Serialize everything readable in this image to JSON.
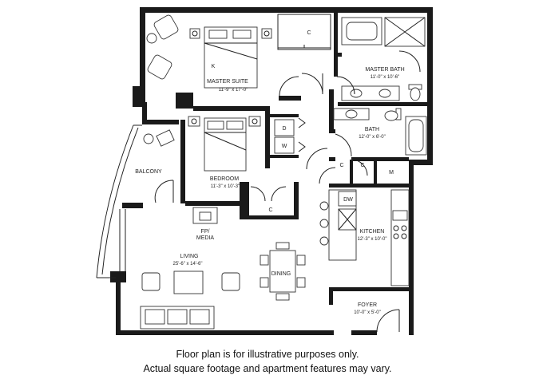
{
  "rooms": {
    "master_suite": {
      "name": "MASTER SUITE",
      "dims": "11'-9\" x 17'-0\""
    },
    "master_bath": {
      "name": "MASTER BATH",
      "dims": "11'-0\" x 10'-6\""
    },
    "bath": {
      "name": "BATH",
      "dims": "12'-0\" x 6'-0\""
    },
    "bedroom": {
      "name": "BEDROOM",
      "dims": "11'-3\" x 10'-3\""
    },
    "balcony": {
      "name": "BALCONY"
    },
    "kitchen": {
      "name": "KITCHEN",
      "dims": "12'-3\" x 10'-0\""
    },
    "living": {
      "name": "LIVING",
      "dims": "25'-6\" x 14'-6\""
    },
    "dining": {
      "name": "DINING"
    },
    "foyer": {
      "name": "FOYER",
      "dims": "10'-0\" x 5'-0\""
    },
    "fp_media": {
      "line1": "FP/",
      "line2": "MEDIA"
    }
  },
  "marks": {
    "closet": "C",
    "dryer": "D",
    "washer": "W",
    "mechanical": "M",
    "dishwasher": "DW",
    "king_bed": "K"
  },
  "caption": {
    "line1": "Floor plan is for illustrative purposes only.",
    "line2": "Actual square footage and apartment features may vary."
  }
}
